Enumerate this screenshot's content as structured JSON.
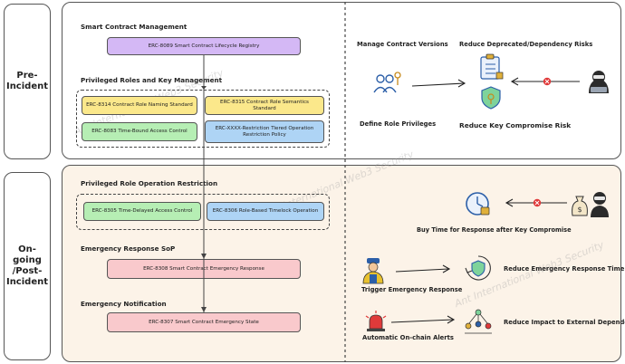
{
  "phases": {
    "pre": "Pre-Incident",
    "post": "On-going\n/Post-\nIncident"
  },
  "sections": {
    "scm": "Smart Contract Management",
    "prkm": "Privileged Roles and Key Management",
    "pror": "Privileged Role Operation Restriction",
    "ers": "Emergency Response SoP",
    "en": "Emergency Notification"
  },
  "boxes": {
    "erc8089": "ERC-8089 Smart Contract Lifecycle Registry",
    "erc8314": "ERC-8314 Contract Role Naming Standard",
    "erc8315": "ERC-8315 Contract Role Semantics Standard",
    "erc8083": "ERC-8083 Time-Bound Access Control",
    "ercxxxx": "ERC-XXXX-Restriction Tiered Operation Restriction Policy",
    "erc8305": "ERC-8305 Time-Delayed Access Control",
    "erc8306": "ERC-8306 Role-Based Timelock Operation",
    "erc8308": "ERC-8308 Smart Contract Emergency Response",
    "erc8307": "ERC-8307 Smart Contract Emergency State"
  },
  "right": {
    "manage_versions": "Manage Contract Versions",
    "reduce_deprecated": "Reduce Deprecated/Dependency Risks",
    "define_roles": "Define Role Privileges",
    "reduce_key": "Reduce Key Compromise Risk",
    "buy_time": "Buy Time for Response after Key Compromise",
    "trigger": "Trigger Emergency Response",
    "reduce_time": "Reduce Emergency Response Time",
    "onchain_alerts": "Automatic On-chain Alerts",
    "reduce_impact": "Reduce Impact to External Dependency"
  },
  "watermark": "Ant International Web3 Security",
  "colors": {
    "purple": "#d4b8f5",
    "yellow": "#fbe88b",
    "green": "#b6eeb4",
    "blue": "#aed4f5",
    "pink": "#f9c9cc",
    "post_bg": "#fcf3e8",
    "block_red": "#e03a3a",
    "icon_blue": "#2c5fa8"
  }
}
